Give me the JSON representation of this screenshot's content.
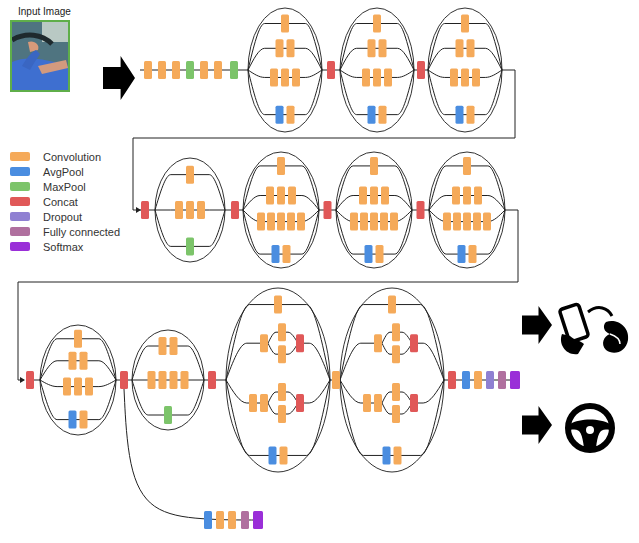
{
  "diagram": {
    "nodes": [
      {
        "text": [
          "Input Image"
        ]
      }
    ],
    "legend": [
      {
        "text": "Convolution",
        "color": "#f5aa5a"
      },
      {
        "text": "AvgPool",
        "color": "#4a8de0"
      },
      {
        "text": "MaxPool",
        "color": "#7cc46a"
      },
      {
        "text": "Concat",
        "color": "#e05858"
      },
      {
        "text": "Dropout",
        "color": "#8f80d2"
      },
      {
        "text": "Fully connected",
        "color": "#b0709f"
      },
      {
        "text": "Softmax",
        "color": "#9a2fd8"
      }
    ]
  }
}
